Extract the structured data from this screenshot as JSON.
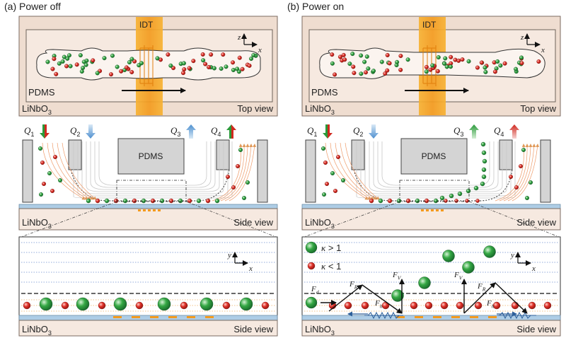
{
  "panels": [
    {
      "title": "(a) Power off",
      "top": {
        "idt": "IDT",
        "pdms": "PDMS",
        "substrate": "LiNbO",
        "sub": "3",
        "view": "Top view",
        "axis_z": "z",
        "axis_x": "x"
      },
      "side": {
        "pdms": "PDMS",
        "substrate": "LiNbO",
        "sub": "3",
        "view": "Side view",
        "outlets": [
          {
            "q": "Q",
            "n": "1"
          },
          {
            "q": "Q",
            "n": "2"
          },
          {
            "q": "Q",
            "n": "3"
          },
          {
            "q": "Q",
            "n": "4"
          }
        ]
      },
      "zoom": {
        "substrate": "LiNbO",
        "sub": "3",
        "view": "Side view",
        "axis_y": "y",
        "axis_x": "x"
      }
    },
    {
      "title": "(b) Power on",
      "top": {
        "idt": "IDT",
        "pdms": "PDMS",
        "substrate": "LiNbO",
        "sub": "3",
        "view": "Top view",
        "axis_z": "z",
        "axis_x": "x"
      },
      "side": {
        "pdms": "PDMS",
        "substrate": "LiNbO",
        "sub": "3",
        "view": "Side view",
        "outlets": [
          {
            "q": "Q",
            "n": "1"
          },
          {
            "q": "Q",
            "n": "2"
          },
          {
            "q": "Q",
            "n": "3"
          },
          {
            "q": "Q",
            "n": "4"
          }
        ]
      },
      "zoom": {
        "substrate": "LiNbO",
        "sub": "3",
        "view": "Side view",
        "axis_y": "y",
        "axis_x": "x",
        "legend": [
          {
            "kappa": "κ",
            "rel": " > 1",
            "color": "green"
          },
          {
            "kappa": "κ",
            "rel": " < 1",
            "color": "red"
          }
        ],
        "forces": {
          "fd": "F",
          "fd_sub": "d",
          "fr": "F",
          "fr_sub": "R",
          "fv": "F",
          "fv_sub": "V",
          "fh": "F",
          "fh_sub": "h"
        }
      }
    }
  ],
  "colors": {
    "particle_large": "#2e9a3c",
    "particle_small": "#d42a22",
    "idt": "#f5a623",
    "pdms_fill": "#f3e6dc",
    "substrate": "#aecde6"
  }
}
